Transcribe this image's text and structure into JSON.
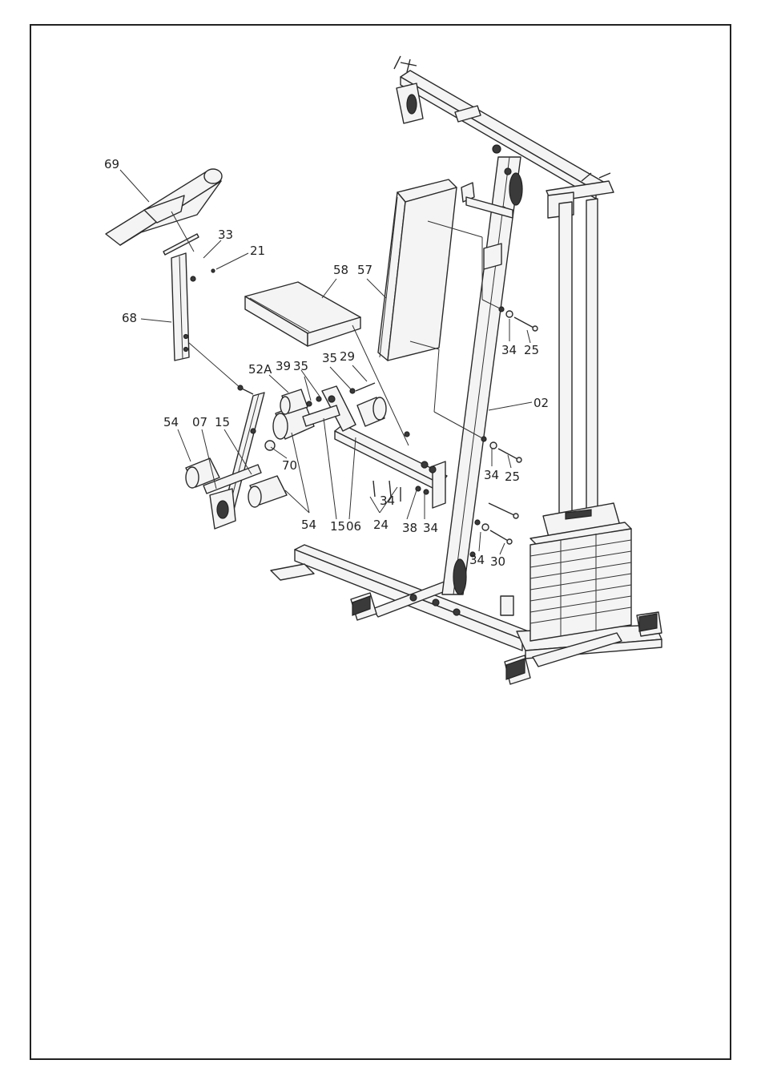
{
  "callouts": [
    {
      "id": "c69",
      "label": "69"
    },
    {
      "id": "c33",
      "label": "33"
    },
    {
      "id": "c21",
      "label": "21"
    },
    {
      "id": "c68",
      "label": "68"
    },
    {
      "id": "c58",
      "label": "58"
    },
    {
      "id": "c57",
      "label": "57"
    },
    {
      "id": "c34a",
      "label": "34"
    },
    {
      "id": "c25a",
      "label": "25"
    },
    {
      "id": "c52a",
      "label": "52A"
    },
    {
      "id": "c39",
      "label": "39"
    },
    {
      "id": "c35a",
      "label": "35"
    },
    {
      "id": "c35b",
      "label": "35"
    },
    {
      "id": "c29",
      "label": "29"
    },
    {
      "id": "c02",
      "label": "02"
    },
    {
      "id": "c54a",
      "label": "54"
    },
    {
      "id": "c07",
      "label": "07"
    },
    {
      "id": "c15a",
      "label": "15"
    },
    {
      "id": "c70",
      "label": "70"
    },
    {
      "id": "c34b",
      "label": "34"
    },
    {
      "id": "c25b",
      "label": "25"
    },
    {
      "id": "c34c",
      "label": "34"
    },
    {
      "id": "c54b",
      "label": "54"
    },
    {
      "id": "c15b",
      "label": "15"
    },
    {
      "id": "c06",
      "label": "06"
    },
    {
      "id": "c24",
      "label": "24"
    },
    {
      "id": "c38",
      "label": "38"
    },
    {
      "id": "c34d",
      "label": "34"
    },
    {
      "id": "c34e",
      "label": "34"
    },
    {
      "id": "c30",
      "label": "30"
    }
  ]
}
